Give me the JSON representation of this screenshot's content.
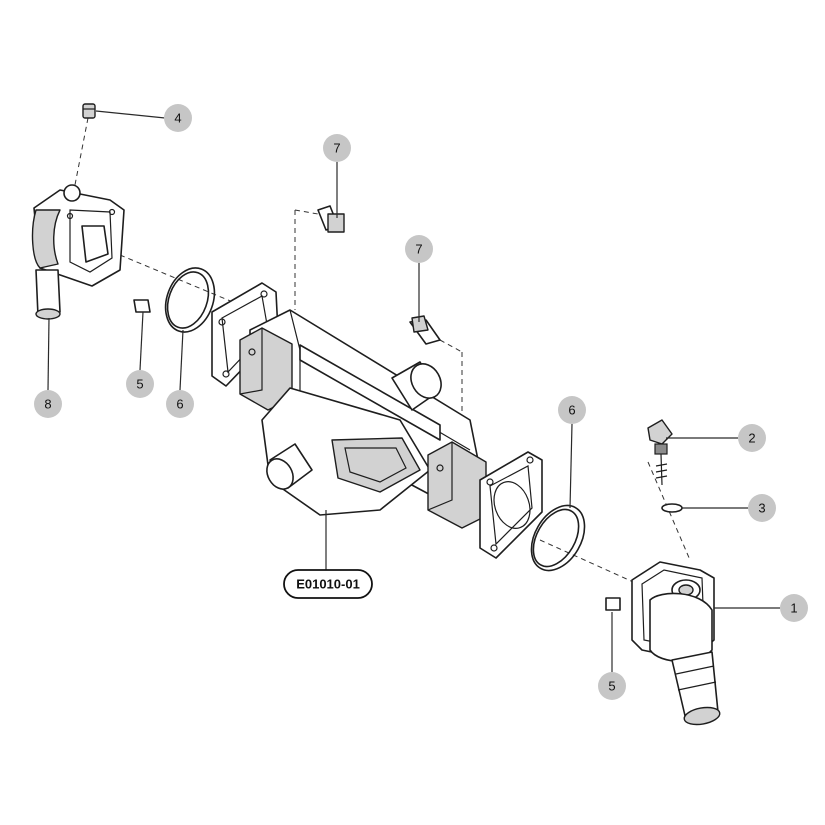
{
  "diagram": {
    "assembly_tag": "E01010-01",
    "callouts": [
      {
        "id": "c1",
        "label": "1"
      },
      {
        "id": "c2",
        "label": "2"
      },
      {
        "id": "c3",
        "label": "3"
      },
      {
        "id": "c4",
        "label": "4"
      },
      {
        "id": "c5a",
        "label": "5"
      },
      {
        "id": "c5b",
        "label": "5"
      },
      {
        "id": "c6a",
        "label": "6"
      },
      {
        "id": "c6b",
        "label": "6"
      },
      {
        "id": "c7a",
        "label": "7"
      },
      {
        "id": "c7b",
        "label": "7"
      },
      {
        "id": "c8",
        "label": "8"
      }
    ]
  }
}
